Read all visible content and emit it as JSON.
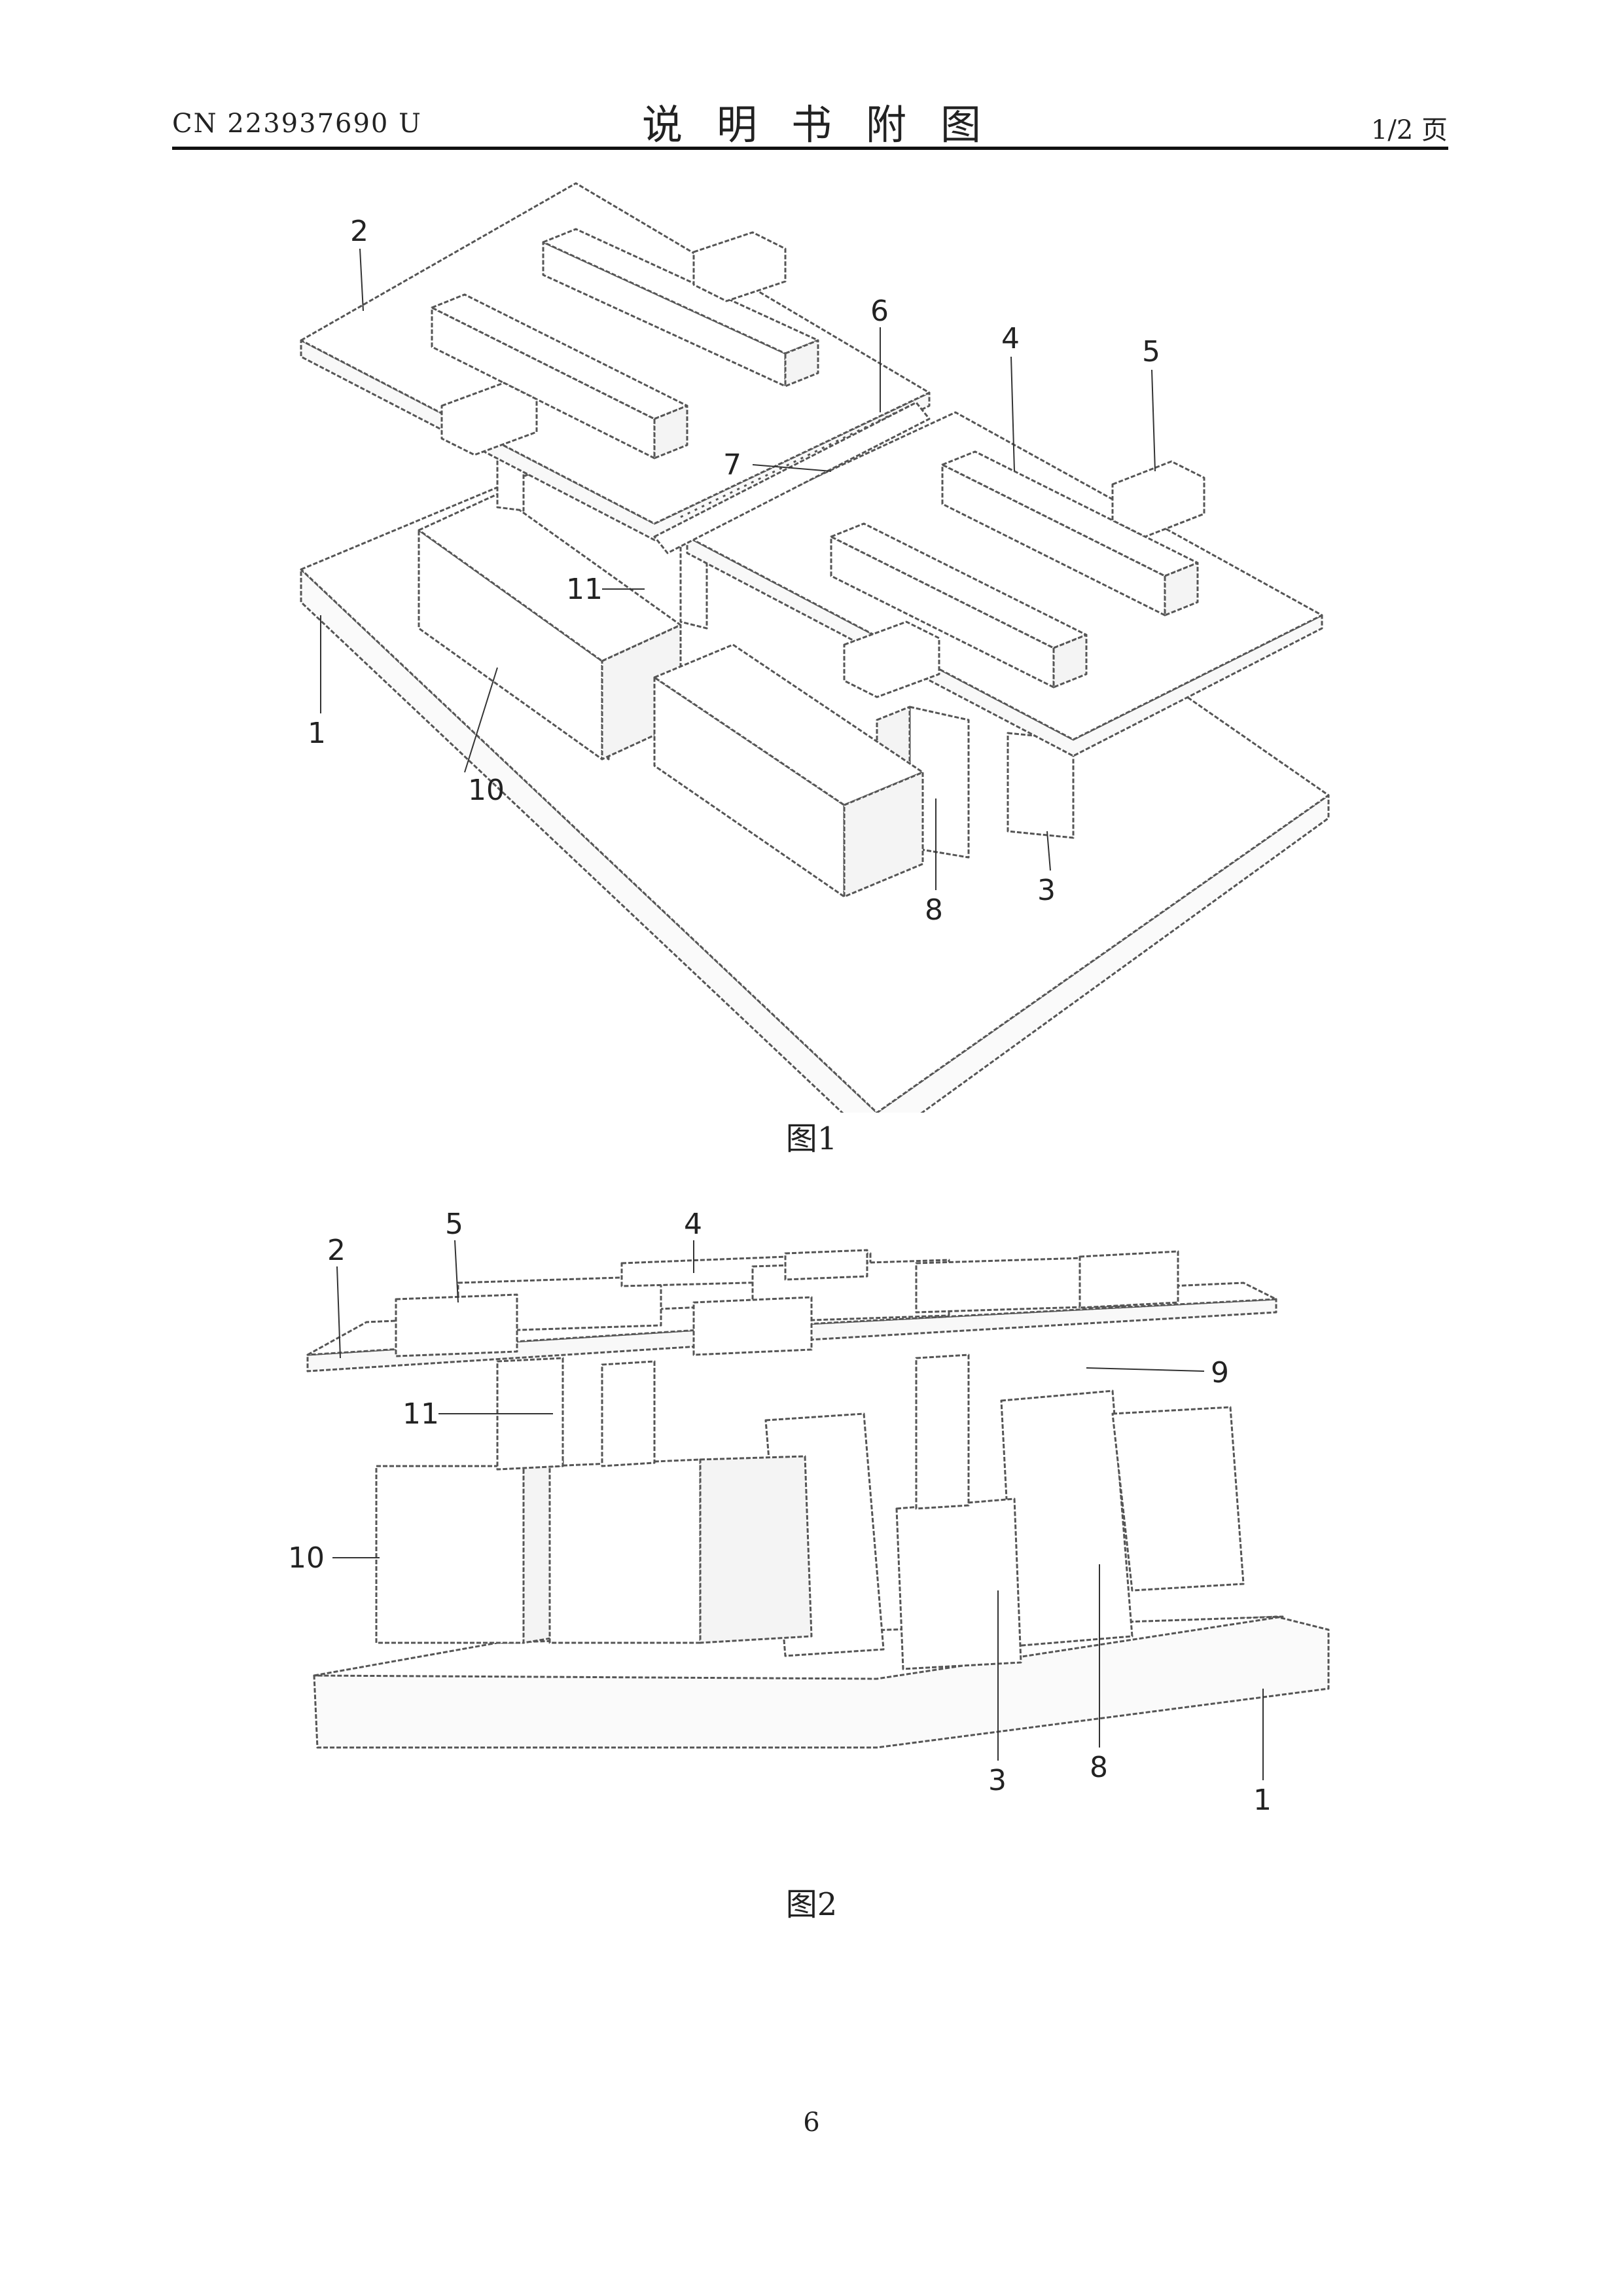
{
  "header": {
    "patent_number": "CN 223937690 U",
    "title": "说明书附图",
    "page_of": "1/2 页"
  },
  "figure1": {
    "caption": "图1",
    "labels": {
      "l1": "1",
      "l2": "2",
      "l3": "3",
      "l4": "4",
      "l5": "5",
      "l6": "6",
      "l7": "7",
      "l8": "8",
      "l10": "10",
      "l11": "11"
    }
  },
  "figure2": {
    "caption": "图2",
    "labels": {
      "l1": "1",
      "l2": "2",
      "l3": "3",
      "l4": "4",
      "l5": "5",
      "l8": "8",
      "l9": "9",
      "l10": "10",
      "l11": "11"
    }
  },
  "footer": {
    "page_number": "6"
  }
}
